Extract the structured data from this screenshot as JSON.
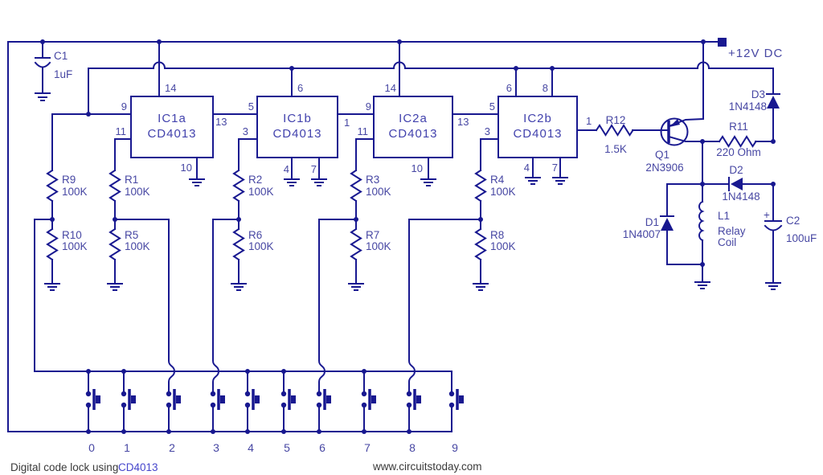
{
  "supply": {
    "label": "+12V DC"
  },
  "caption": {
    "text": "Digital code lock using",
    "highlight": "CD4013"
  },
  "website": "www.circuitstoday.com",
  "ics": {
    "ic1a": {
      "name": "IC1a",
      "part": "CD4013",
      "pin_clk": "14",
      "pin_a": "9",
      "pin_b": "11",
      "pin_out": "13",
      "pin_gnd": "10"
    },
    "ic1b": {
      "name": "IC1b",
      "part": "CD4013",
      "pin_clk": "6",
      "pin_a": "5",
      "pin_b": "3",
      "pin_out": "1",
      "pin_gnd_a": "4",
      "pin_gnd_b": "7"
    },
    "ic2a": {
      "name": "IC2a",
      "part": "CD4013",
      "pin_clk": "14",
      "pin_a": "9",
      "pin_b": "11",
      "pin_out": "13",
      "pin_gnd": "10"
    },
    "ic2b": {
      "name": "IC2b",
      "part": "CD4013",
      "pin_clk_a": "6",
      "pin_clk_b": "8",
      "pin_a": "5",
      "pin_b": "3",
      "pin_out": "1",
      "pin_gnd_a": "4",
      "pin_gnd_b": "7"
    }
  },
  "resistors": {
    "r1": {
      "name": "R1",
      "value": "100K"
    },
    "r2": {
      "name": "R2",
      "value": "100K"
    },
    "r3": {
      "name": "R3",
      "value": "100K"
    },
    "r4": {
      "name": "R4",
      "value": "100K"
    },
    "r5": {
      "name": "R5",
      "value": "100K"
    },
    "r6": {
      "name": "R6",
      "value": "100K"
    },
    "r7": {
      "name": "R7",
      "value": "100K"
    },
    "r8": {
      "name": "R8",
      "value": "100K"
    },
    "r9": {
      "name": "R9",
      "value": "100K"
    },
    "r10": {
      "name": "R10",
      "value": "100K"
    },
    "r11": {
      "name": "R11",
      "value": "220 Ohm"
    },
    "r12": {
      "name": "R12",
      "value": "1.5K"
    }
  },
  "capacitors": {
    "c1": {
      "name": "C1",
      "value": "1uF"
    },
    "c2": {
      "name": "C2",
      "value": "100uF",
      "polarity": "+"
    }
  },
  "diodes": {
    "d1": {
      "name": "D1",
      "part": "1N4007"
    },
    "d2": {
      "name": "D2",
      "part": "1N4148"
    },
    "d3": {
      "name": "D3",
      "part": "1N4148"
    }
  },
  "transistor": {
    "name": "Q1",
    "part": "2N3906"
  },
  "relay": {
    "name": "L1",
    "desc_line1": "Relay",
    "desc_line2": "Coil"
  },
  "buttons": [
    "0",
    "1",
    "2",
    "3",
    "4",
    "5",
    "6",
    "7",
    "8",
    "9"
  ],
  "colors": {
    "wire": "#181890",
    "label": "#4747a3",
    "caption": "#3a3a3a",
    "highlight": "#4646cc"
  }
}
